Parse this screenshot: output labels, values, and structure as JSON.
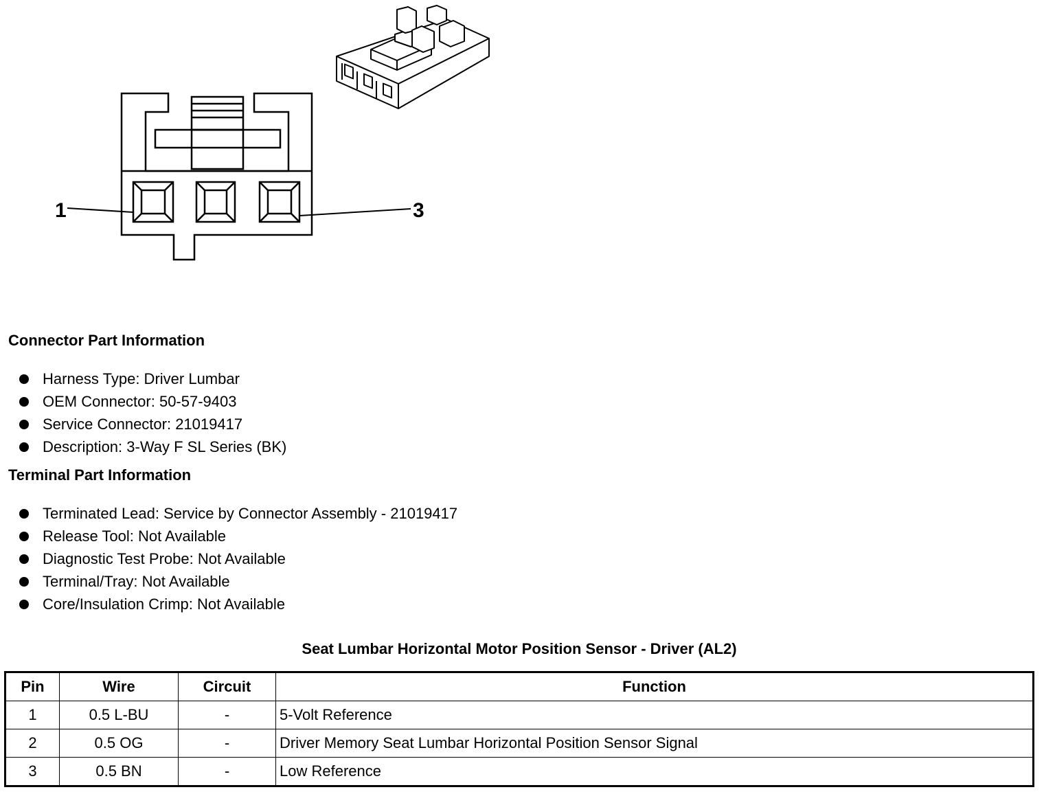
{
  "diagram": {
    "pin_labels": [
      "1",
      "3"
    ]
  },
  "connector_info": {
    "heading": "Connector Part Information",
    "items": [
      "Harness Type: Driver Lumbar",
      "OEM Connector: 50-57-9403",
      "Service Connector: 21019417",
      "Description: 3-Way F SL Series (BK)"
    ]
  },
  "terminal_info": {
    "heading": "Terminal Part Information",
    "items": [
      "Terminated Lead: Service by Connector Assembly - 21019417",
      "Release Tool: Not Available",
      "Diagnostic Test Probe: Not Available",
      "Terminal/Tray: Not Available",
      "Core/Insulation Crimp: Not Available"
    ]
  },
  "pin_table": {
    "title": "Seat Lumbar Horizontal Motor Position Sensor - Driver (AL2)",
    "headers": [
      "Pin",
      "Wire",
      "Circuit",
      "Function"
    ],
    "rows": [
      [
        "1",
        "0.5 L-BU",
        "-",
        "5-Volt Reference"
      ],
      [
        "2",
        "0.5 OG",
        "-",
        "Driver Memory Seat Lumbar Horizontal Position Sensor Signal"
      ],
      [
        "3",
        "0.5 BN",
        "-",
        "Low Reference"
      ]
    ]
  }
}
